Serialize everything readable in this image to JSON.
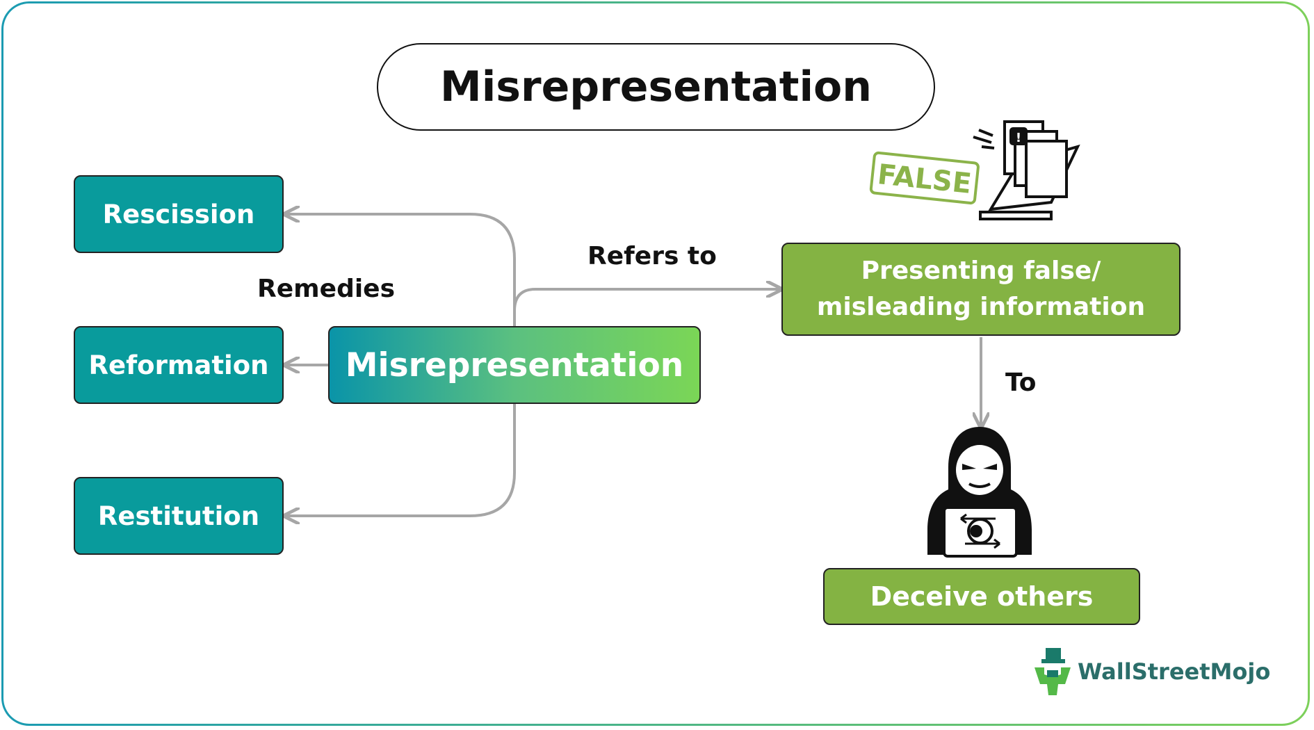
{
  "title": "Misrepresentation",
  "center": "Misrepresentation",
  "remedies_label": "Remedies",
  "remedies": [
    "Rescission",
    "Reformation",
    "Restitution"
  ],
  "refers_label": "Refers to",
  "definition": "Presenting false/ misleading information",
  "to_label": "To",
  "result": "Deceive others",
  "stamp": "FALSE",
  "brand": "WallStreetMojo",
  "colors": {
    "teal": "#099b9c",
    "green": "#84b343",
    "arrow": "#a6a6a6"
  }
}
